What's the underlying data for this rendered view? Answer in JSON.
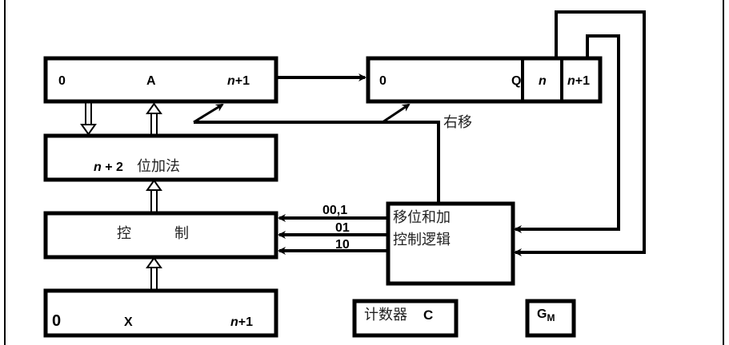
{
  "diagram": {
    "title": "",
    "colors": {
      "stroke": "#000000",
      "background": "#ffffff",
      "text": "#000000"
    },
    "registers": {
      "A": {
        "left_index": "0",
        "name": "A",
        "right_index_var": "n",
        "right_index_suffix": "+1"
      },
      "Q": {
        "left_index": "0",
        "name": "Q",
        "cell_n": "n",
        "cell_n1_var": "n",
        "cell_n1_suffix": "+1"
      },
      "X": {
        "left_index": "0",
        "name": "X",
        "right_index_var": "n",
        "right_index_suffix": "+1"
      }
    },
    "adder": {
      "prefix_var": "n",
      "prefix_rest": " + 2",
      "label": "位加法"
    },
    "control": {
      "char1": "控",
      "char2": "制"
    },
    "logic": {
      "line1": "移位和加",
      "line2": "控制逻辑"
    },
    "signals": {
      "s1": "00,1",
      "s2": "01",
      "s3": "10"
    },
    "shift_label": "右移",
    "counter": {
      "label": "计数器",
      "name": "C"
    },
    "gm": {
      "main": "G",
      "sub": "M"
    }
  }
}
